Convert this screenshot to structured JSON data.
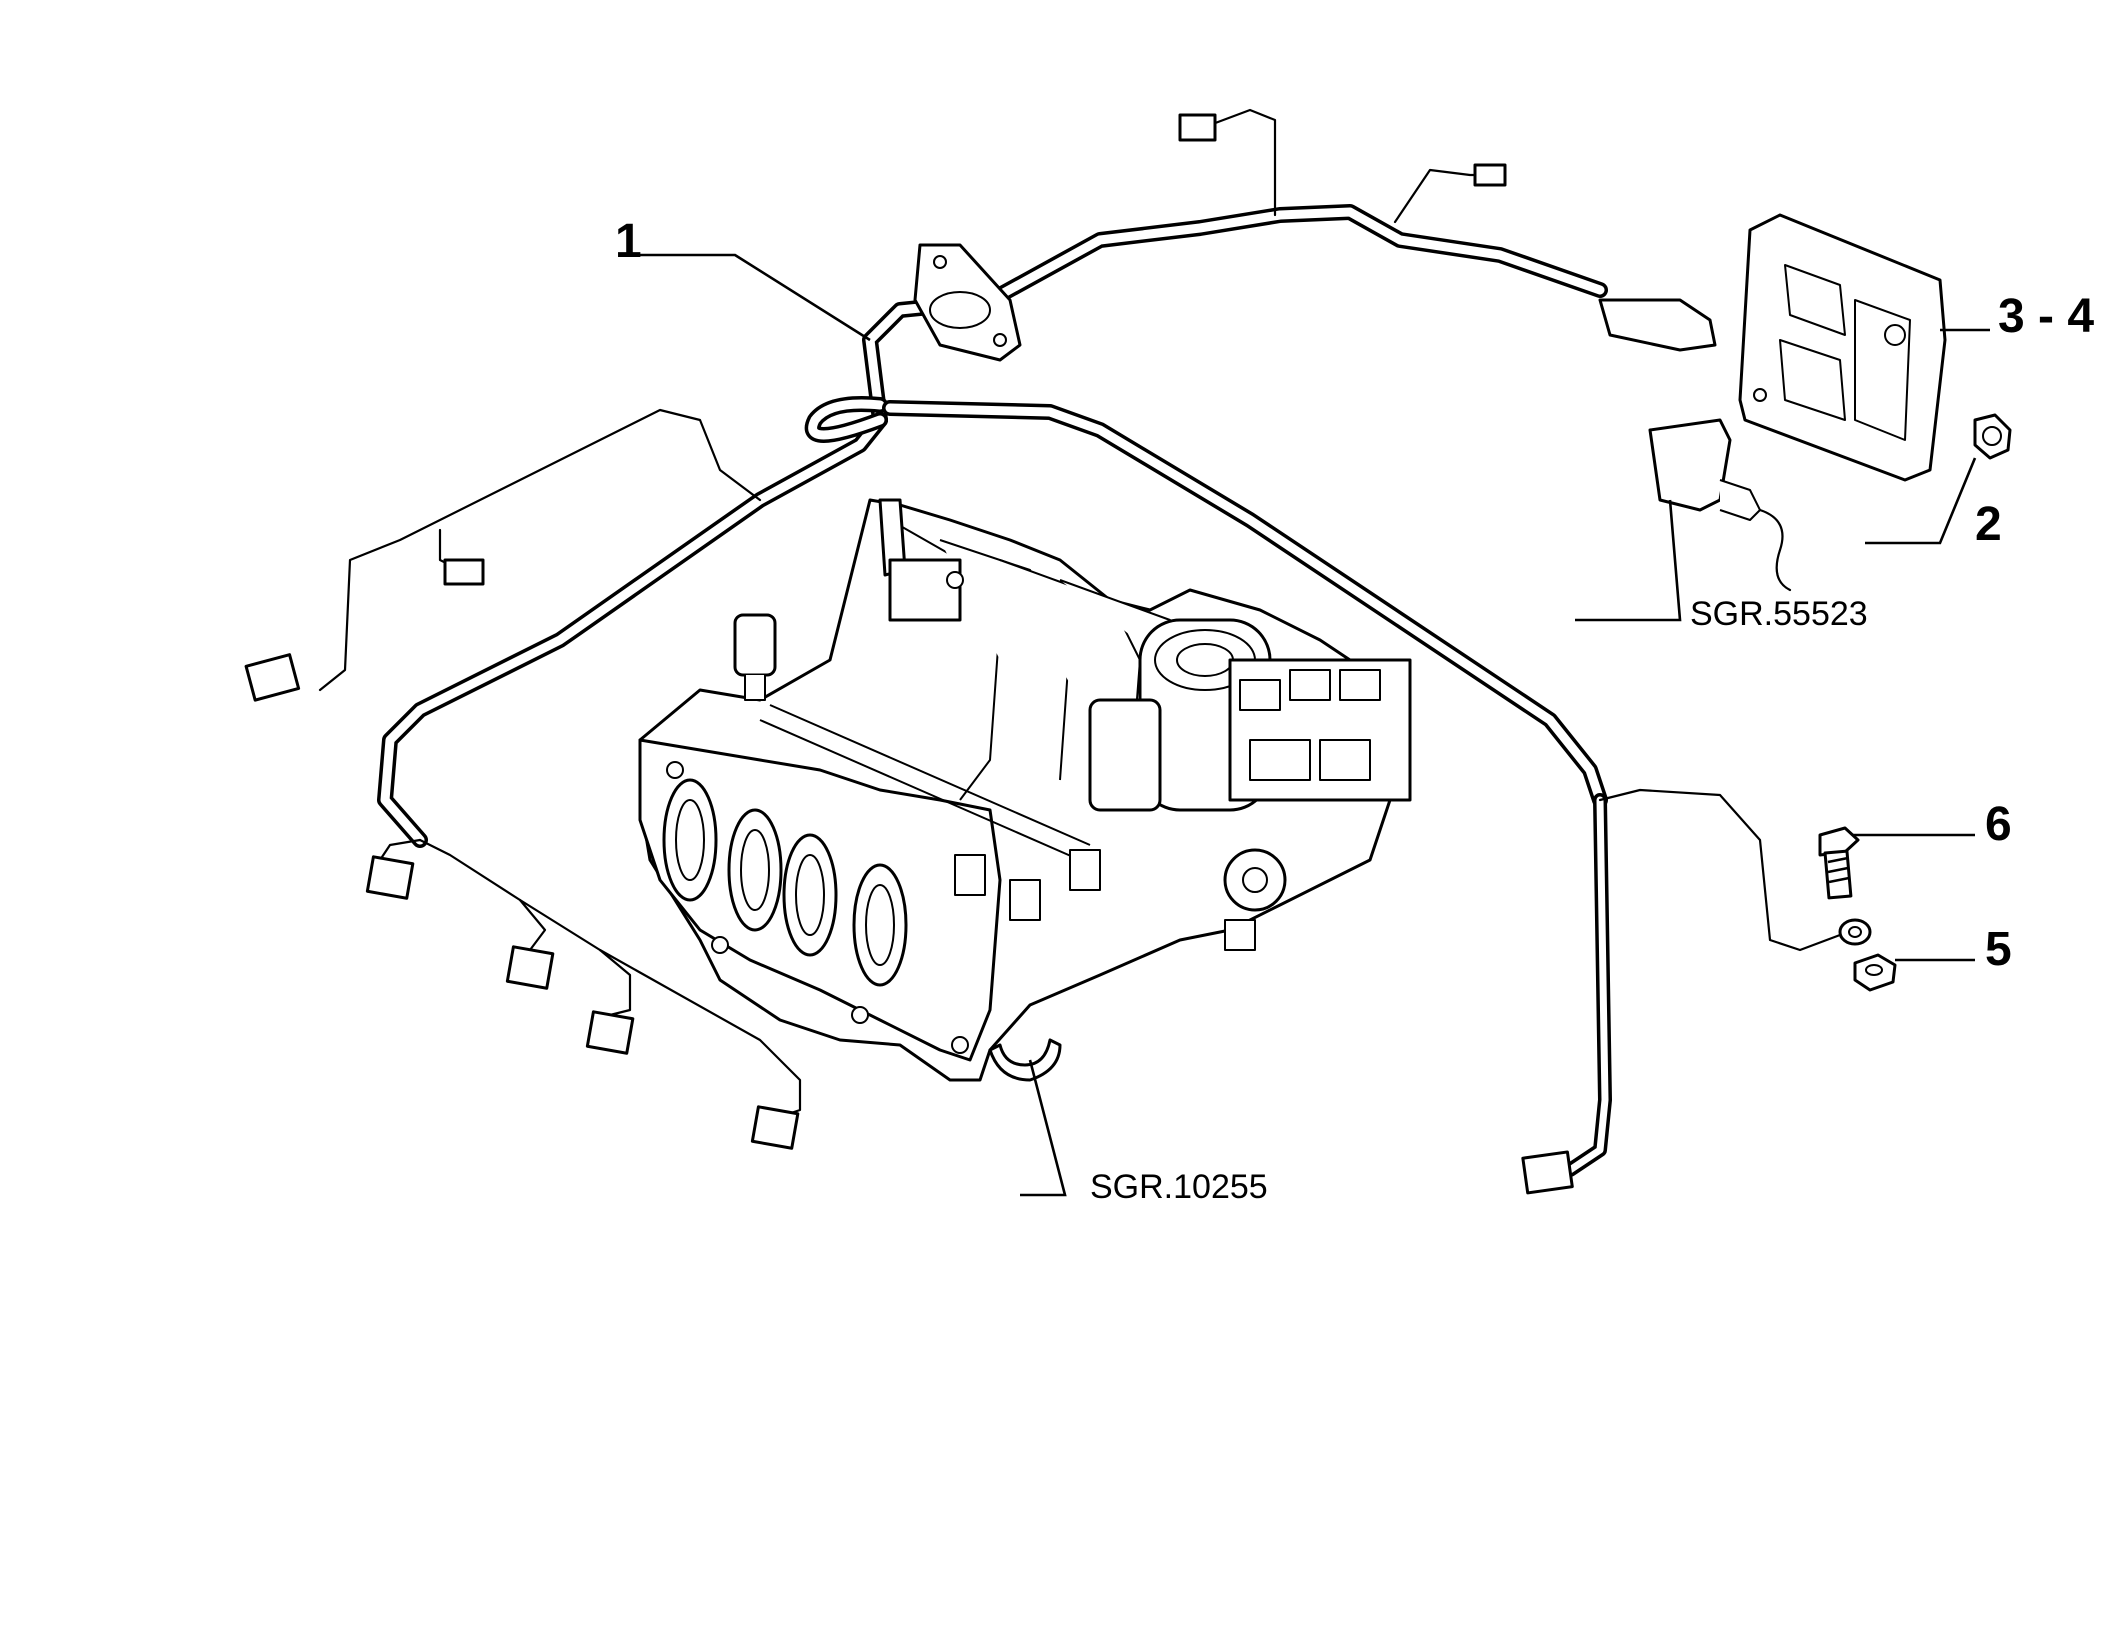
{
  "diagram": {
    "callouts": {
      "c1": "1",
      "c2": "2",
      "c34": "3 - 4",
      "c5": "5",
      "c6": "6"
    },
    "references": {
      "sgr_55523": "SGR.55523",
      "sgr_10255": "SGR.10255"
    }
  }
}
